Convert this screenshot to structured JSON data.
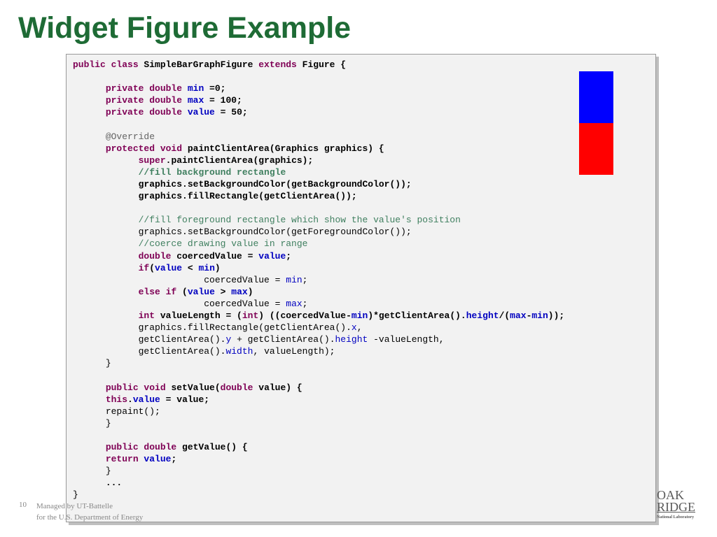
{
  "slide": {
    "title": "Widget Figure Example",
    "page_number": "10",
    "footer_line1": "Managed by UT-Battelle",
    "footer_line2": "for the U.S. Department of Energy",
    "logo": {
      "line1": "OAK",
      "line2": "RIDGE",
      "line3": "National Laboratory"
    }
  },
  "code_lines": [
    [
      {
        "t": "public class ",
        "c": "kw"
      },
      {
        "t": "SimpleBarGraphFigure ",
        "c": "b"
      },
      {
        "t": "extends ",
        "c": "kw"
      },
      {
        "t": "Figure {",
        "c": "b"
      }
    ],
    [],
    [
      {
        "t": "      "
      },
      {
        "t": "private double ",
        "c": "kw"
      },
      {
        "t": "min",
        "c": "fld b"
      },
      {
        "t": " =0;",
        "c": "b"
      }
    ],
    [
      {
        "t": "      "
      },
      {
        "t": "private double ",
        "c": "kw"
      },
      {
        "t": "max",
        "c": "fld b"
      },
      {
        "t": " = 100;",
        "c": "b"
      }
    ],
    [
      {
        "t": "      "
      },
      {
        "t": "private double ",
        "c": "kw"
      },
      {
        "t": "value",
        "c": "fld b"
      },
      {
        "t": " = 50;",
        "c": "b"
      }
    ],
    [],
    [
      {
        "t": "      "
      },
      {
        "t": "@Override",
        "c": "ann"
      }
    ],
    [
      {
        "t": "      "
      },
      {
        "t": "protected void ",
        "c": "kw"
      },
      {
        "t": "paintClientArea(Graphics graphics) {",
        "c": "b"
      }
    ],
    [
      {
        "t": "            "
      },
      {
        "t": "super",
        "c": "kw"
      },
      {
        "t": ".paintClientArea(graphics);",
        "c": "b"
      }
    ],
    [
      {
        "t": "            "
      },
      {
        "t": "//fill background rectangle",
        "c": "cmt b"
      }
    ],
    [
      {
        "t": "            "
      },
      {
        "t": "graphics.setBackgroundColor(getBackgroundColor());",
        "c": "b"
      }
    ],
    [
      {
        "t": "            "
      },
      {
        "t": "graphics.fillRectangle(getClientArea());",
        "c": "b"
      }
    ],
    [],
    [
      {
        "t": "            "
      },
      {
        "t": "//fill foreground rectangle which show the value's position",
        "c": "cmt"
      }
    ],
    [
      {
        "t": "            "
      },
      {
        "t": "graphics.setBackgroundColor(getForegroundColor());"
      }
    ],
    [
      {
        "t": "            "
      },
      {
        "t": "//coerce drawing value in range",
        "c": "cmt"
      }
    ],
    [
      {
        "t": "            "
      },
      {
        "t": "double ",
        "c": "kw"
      },
      {
        "t": "coercedValue = ",
        "c": "b"
      },
      {
        "t": "value",
        "c": "fld b"
      },
      {
        "t": ";",
        "c": "b"
      }
    ],
    [
      {
        "t": "            "
      },
      {
        "t": "if",
        "c": "kw"
      },
      {
        "t": "(",
        "c": "b"
      },
      {
        "t": "value",
        "c": "fld b"
      },
      {
        "t": " < ",
        "c": "b"
      },
      {
        "t": "min",
        "c": "fld b"
      },
      {
        "t": ")",
        "c": "b"
      }
    ],
    [
      {
        "t": "                        "
      },
      {
        "t": "coercedValue = "
      },
      {
        "t": "min",
        "c": "fld"
      },
      {
        "t": ";"
      }
    ],
    [
      {
        "t": "            "
      },
      {
        "t": "else if ",
        "c": "kw"
      },
      {
        "t": "(",
        "c": "b"
      },
      {
        "t": "value",
        "c": "fld b"
      },
      {
        "t": " > ",
        "c": "b"
      },
      {
        "t": "max",
        "c": "fld b"
      },
      {
        "t": ")",
        "c": "b"
      }
    ],
    [
      {
        "t": "                        "
      },
      {
        "t": "coercedValue = "
      },
      {
        "t": "max",
        "c": "fld"
      },
      {
        "t": ";"
      }
    ],
    [
      {
        "t": "            "
      },
      {
        "t": "int ",
        "c": "kw"
      },
      {
        "t": "valueLength = (",
        "c": "b"
      },
      {
        "t": "int",
        "c": "kw"
      },
      {
        "t": ") ((coercedValue-",
        "c": "b"
      },
      {
        "t": "min",
        "c": "fld b"
      },
      {
        "t": ")*getClientArea().",
        "c": "b"
      },
      {
        "t": "height",
        "c": "fld b"
      },
      {
        "t": "/(",
        "c": "b"
      },
      {
        "t": "max",
        "c": "fld b"
      },
      {
        "t": "-",
        "c": "b"
      },
      {
        "t": "min",
        "c": "fld b"
      },
      {
        "t": "));",
        "c": "b"
      }
    ],
    [
      {
        "t": "            "
      },
      {
        "t": "graphics.fillRectangle(getClientArea()."
      },
      {
        "t": "x",
        "c": "fld"
      },
      {
        "t": ","
      }
    ],
    [
      {
        "t": "            "
      },
      {
        "t": "getClientArea()."
      },
      {
        "t": "y",
        "c": "fld"
      },
      {
        "t": " + getClientArea()."
      },
      {
        "t": "height",
        "c": "fld"
      },
      {
        "t": " -valueLength,"
      }
    ],
    [
      {
        "t": "            "
      },
      {
        "t": "getClientArea()."
      },
      {
        "t": "width",
        "c": "fld"
      },
      {
        "t": ", valueLength);"
      }
    ],
    [
      {
        "t": "      "
      },
      {
        "t": "}"
      }
    ],
    [],
    [
      {
        "t": "      "
      },
      {
        "t": "public void ",
        "c": "kw"
      },
      {
        "t": "setValue(",
        "c": "b"
      },
      {
        "t": "double ",
        "c": "kw"
      },
      {
        "t": "value) {",
        "c": "b"
      }
    ],
    [
      {
        "t": "      "
      },
      {
        "t": "this",
        "c": "kw"
      },
      {
        "t": ".",
        "c": "b"
      },
      {
        "t": "value",
        "c": "fld b"
      },
      {
        "t": " = value;",
        "c": "b"
      }
    ],
    [
      {
        "t": "      "
      },
      {
        "t": "repaint();"
      }
    ],
    [
      {
        "t": "      "
      },
      {
        "t": "}"
      }
    ],
    [],
    [
      {
        "t": "      "
      },
      {
        "t": "public double ",
        "c": "kw"
      },
      {
        "t": "getValue() {",
        "c": "b"
      }
    ],
    [
      {
        "t": "      "
      },
      {
        "t": "return ",
        "c": "kw"
      },
      {
        "t": "value",
        "c": "fld b"
      },
      {
        "t": ";",
        "c": "b"
      }
    ],
    [
      {
        "t": "      "
      },
      {
        "t": "}"
      }
    ],
    [
      {
        "t": "      "
      },
      {
        "t": "...",
        "c": "b"
      }
    ],
    [
      {
        "t": "}"
      }
    ]
  ],
  "bar_preview": {
    "background_color": "#0000ff",
    "foreground_color": "#ff0000",
    "min": 0,
    "max": 100,
    "value": 50
  }
}
